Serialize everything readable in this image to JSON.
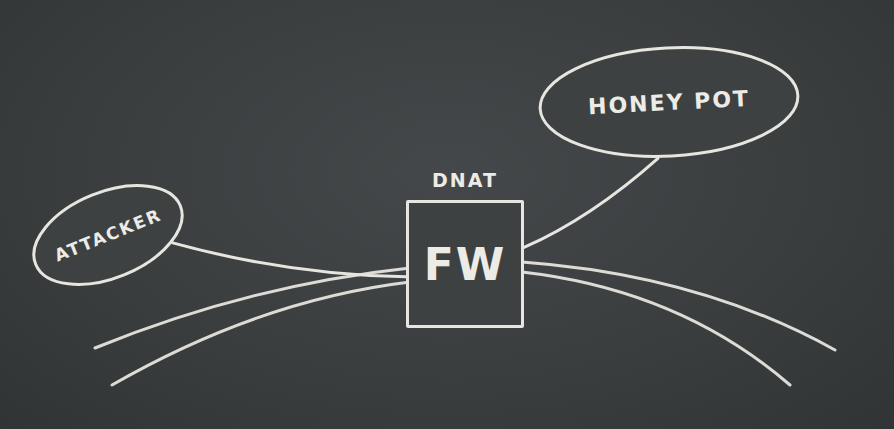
{
  "diagram": {
    "nodes": [
      {
        "text": [
          "ATTACKER"
        ]
      },
      {
        "text": [
          "DNAT",
          "FW"
        ]
      },
      {
        "text": [
          "HONEY POT"
        ]
      }
    ],
    "edges": [
      {
        "from": 0,
        "to": 1,
        "arrow": "none"
      },
      {
        "from": 1,
        "to": 2,
        "arrow": "none"
      }
    ]
  }
}
